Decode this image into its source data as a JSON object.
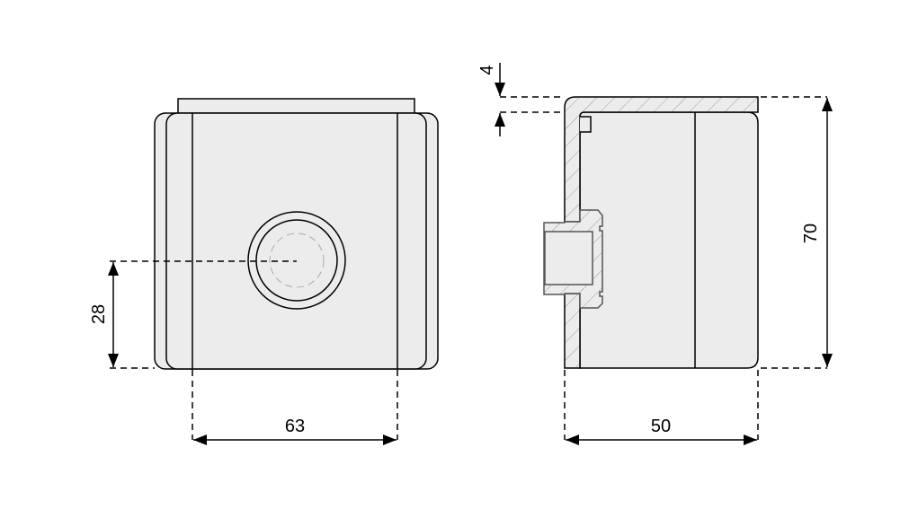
{
  "colors": {
    "fill": "#ececec",
    "line": "#000000",
    "hatch": "#9a9a9a",
    "background": "#ffffff"
  },
  "front_view": {
    "dim_height_label": "28",
    "dim_width_label": "63"
  },
  "side_view": {
    "dim_wall_label": "4",
    "dim_height_label": "70",
    "dim_depth_label": "50"
  }
}
